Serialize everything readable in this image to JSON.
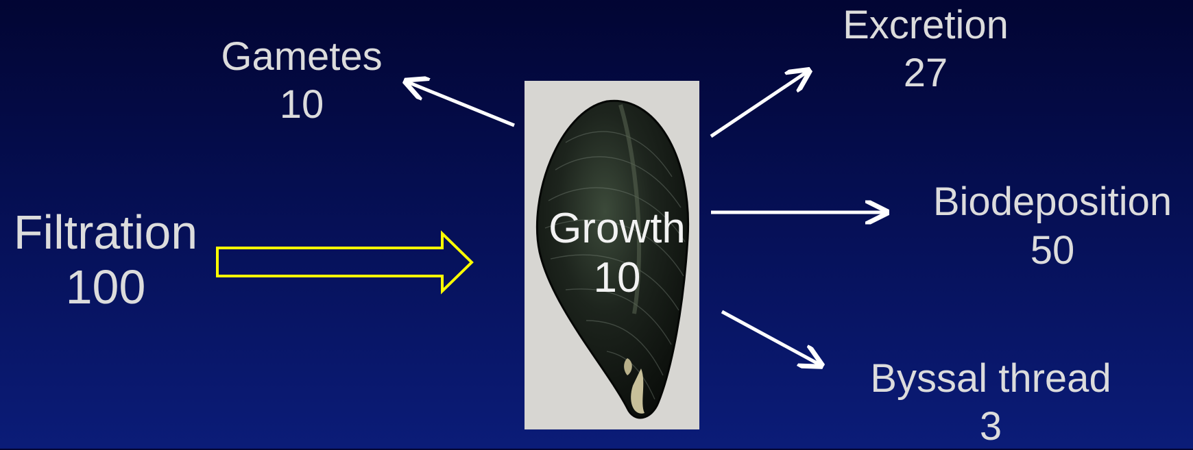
{
  "diagram": {
    "filtration": {
      "label": "Filtration",
      "value": "100"
    },
    "gametes": {
      "label": "Gametes",
      "value": "10"
    },
    "excretion": {
      "label": "Excretion",
      "value": "27"
    },
    "biodeposition": {
      "label": "Biodeposition",
      "value": "50"
    },
    "byssal": {
      "label": "Byssal thread",
      "value": "3"
    },
    "growth": {
      "label": "Growth",
      "value": "10"
    }
  },
  "colors": {
    "background": "#06115a",
    "text": "#dcdcdc",
    "input_arrow": "#ffff00",
    "output_arrows": "#ffffff",
    "panel": "#d7d6d2"
  }
}
